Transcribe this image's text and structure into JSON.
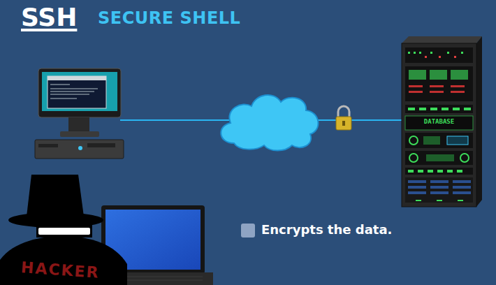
{
  "diagram": {
    "title": "SSH",
    "labels": [
      "SECURE SHELL",
      "DATABASE",
      "HACKER"
    ],
    "legend": [
      {
        "text": "Encrypts the data.",
        "color": "#8fa4c3"
      }
    ]
  }
}
